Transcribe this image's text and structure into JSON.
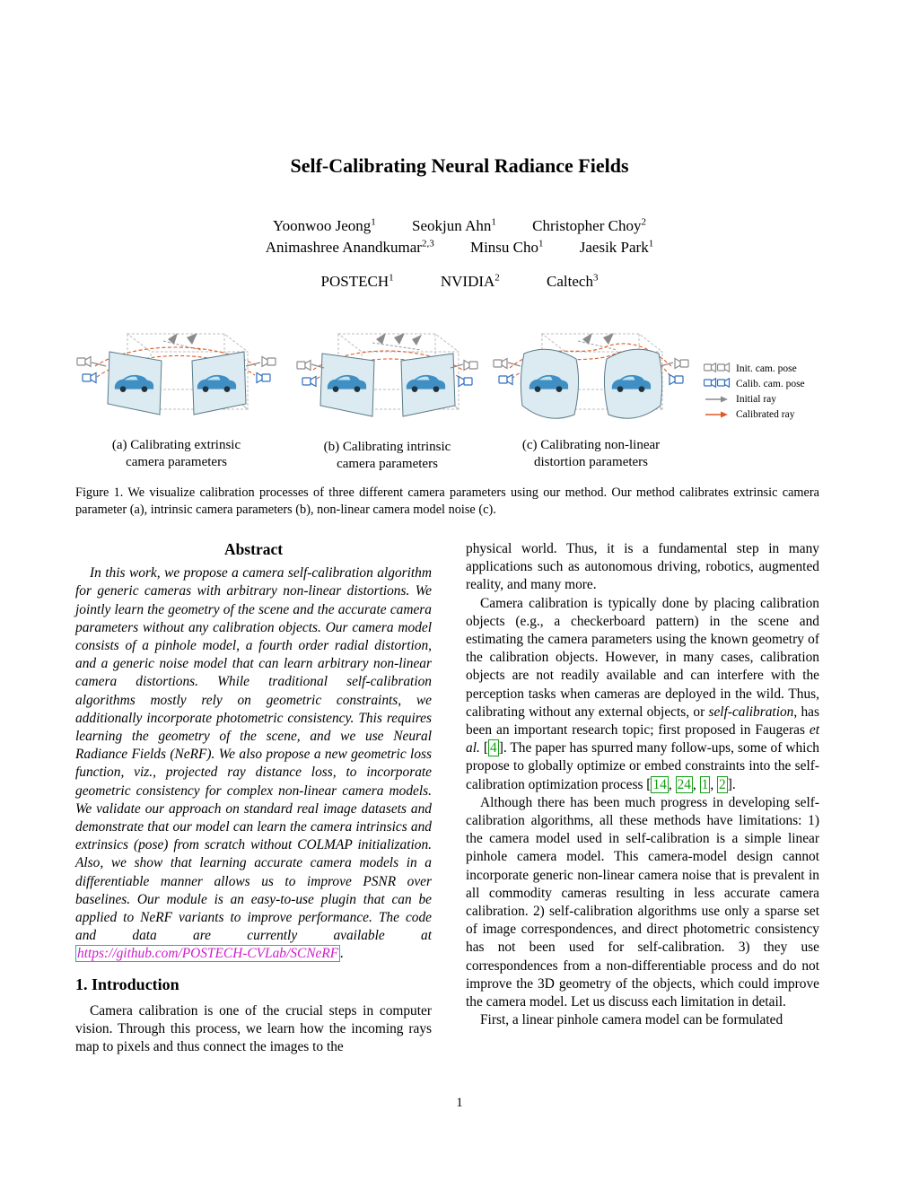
{
  "colors": {
    "cite-color": "#14a014",
    "link-color": "#cb1ecb",
    "link-box-color": "#1ab2c9",
    "ray-calib": "#dd5a26",
    "ray-init": "#8b8b8b",
    "cam-init": "#8b8b8b",
    "cam-calib": "#2f6fc0",
    "car-blue": "#3f8fc4"
  },
  "header": {
    "title": "Self-Calibrating Neural Radiance Fields",
    "authors_row1": [
      {
        "name": "Yoonwoo Jeong",
        "sup": "1"
      },
      {
        "name": "Seokjun Ahn",
        "sup": "1"
      },
      {
        "name": "Christopher Choy",
        "sup": "2"
      }
    ],
    "authors_row2": [
      {
        "name": "Animashree Anandkumar",
        "sup": "2,3"
      },
      {
        "name": "Minsu Cho",
        "sup": "1"
      },
      {
        "name": "Jaesik Park",
        "sup": "1"
      }
    ],
    "affiliations": [
      {
        "name": "POSTECH",
        "sup": "1"
      },
      {
        "name": "NVIDIA",
        "sup": "2"
      },
      {
        "name": "Caltech",
        "sup": "3"
      }
    ]
  },
  "figure": {
    "legend": [
      {
        "label": "Init. cam. pose"
      },
      {
        "label": "Calib. cam. pose"
      },
      {
        "label": "Initial ray"
      },
      {
        "label": "Calibrated ray"
      }
    ],
    "subcaptions": [
      {
        "line1": "(a) Calibrating extrinsic",
        "line2": "camera parameters"
      },
      {
        "line1": "(b) Calibrating intrinsic",
        "line2": "camera parameters"
      },
      {
        "line1": "(c) Calibrating non-linear",
        "line2": "distortion parameters"
      }
    ],
    "caption": "Figure 1.  We visualize calibration processes of three different camera parameters using our method.  Our method calibrates extrinsic camera parameter (a), intrinsic camera parameters (b), non-linear camera model noise (c)."
  },
  "abstract": {
    "heading": "Abstract",
    "segments": [
      {
        "t": "In this work, we propose a camera self-calibration algorithm for generic cameras with arbitrary non-linear distortions. We jointly learn the geometry of the scene and the accurate camera parameters without any calibration objects. Our camera model consists of a pinhole model, a fourth order radial distortion, and a generic noise model that can learn arbitrary non-linear camera distortions. While traditional self-calibration algorithms mostly rely on geometric constraints, we additionally incorporate photometric consistency. This requires learning the geometry of the scene, and we use Neural Radiance Fields (NeRF). We also propose a new geometric loss function, viz., projected ray distance loss, to incorporate geometric consistency for complex non-linear camera models. We validate our approach on standard real image datasets and demonstrate that our model can learn the camera intrinsics and extrinsics (pose) from scratch without COLMAP initialization. Also, we show that learning accurate camera models in a differentiable manner allows us to improve PSNR over baselines. Our module is an easy-to-use plugin that can be applied to NeRF variants to improve performance. The code and data are currently available at ",
        "n": "abstract-text-run",
        "i": false
      },
      {
        "t": "https://github.com/POSTECH-CVLab/SCNeRF",
        "c": "link",
        "n": "github-link",
        "i": true
      },
      {
        "t": ".",
        "n": "abstract-text-run",
        "i": false
      }
    ]
  },
  "intro": {
    "heading": "1. Introduction",
    "p1": "Camera calibration is one of the crucial steps in computer vision. Through this process, we learn how the incoming rays map to pixels and thus connect the images to the"
  },
  "right_col": {
    "p1": "physical world. Thus, it is a fundamental step in many applications such as autonomous driving, robotics, augmented reality, and many more.",
    "p2_segments": [
      {
        "t": "Camera calibration is typically done by placing calibration objects (e.g., a checkerboard pattern) in the scene and estimating the camera parameters using the known geometry of the calibration objects. However, in many cases, calibration objects are not readily available and can interfere with the perception tasks when cameras are deployed in the wild. Thus, calibrating without any external objects, or ",
        "n": "body-text-run",
        "i": false
      },
      {
        "t": "self-calibration",
        "c": "it",
        "n": "body-text-run",
        "i": false
      },
      {
        "t": ", has been an important research topic; first proposed in Faugeras ",
        "n": "body-text-run",
        "i": false
      },
      {
        "t": "et al.",
        "c": "it",
        "n": "body-text-run",
        "i": false
      },
      {
        "t": " [",
        "n": "body-text-run",
        "i": false
      },
      {
        "t": "4",
        "c": "cite",
        "n": "citation-ref-4",
        "i": true
      },
      {
        "t": "]. The paper has spurred many follow-ups, some of which propose to globally optimize or embed constraints into the self-calibration optimization process [",
        "n": "body-text-run",
        "i": false
      },
      {
        "t": "14",
        "c": "cite",
        "n": "citation-ref-14",
        "i": true
      },
      {
        "t": ", ",
        "n": "body-text-run",
        "i": false
      },
      {
        "t": "24",
        "c": "cite",
        "n": "citation-ref-24",
        "i": true
      },
      {
        "t": ", ",
        "n": "body-text-run",
        "i": false
      },
      {
        "t": "1",
        "c": "cite",
        "n": "citation-ref-1",
        "i": true
      },
      {
        "t": ", ",
        "n": "body-text-run",
        "i": false
      },
      {
        "t": "2",
        "c": "cite",
        "n": "citation-ref-2",
        "i": true
      },
      {
        "t": "].",
        "n": "body-text-run",
        "i": false
      }
    ],
    "p3": "Although there has been much progress in developing self-calibration algorithms, all these methods have limitations: 1) the camera model used in self-calibration is a simple linear pinhole camera model. This camera-model design cannot incorporate generic non-linear camera noise that is prevalent in all commodity cameras resulting in less accurate camera calibration. 2) self-calibration algorithms use only a sparse set of image correspondences, and direct photometric consistency has not been used for self-calibration. 3) they use correspondences from a non-differentiable process and do not improve the 3D geometry of the objects, which could improve the camera model. Let us discuss each limitation in detail.",
    "p4": "First, a linear pinhole camera model can be formulated"
  },
  "footer": {
    "page_number": "1"
  }
}
